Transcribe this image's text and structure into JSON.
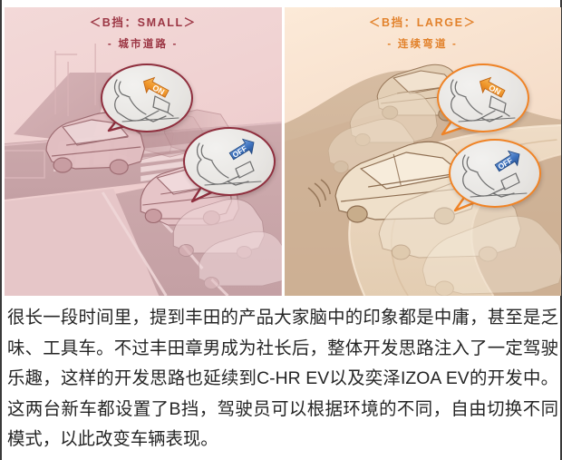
{
  "panels": [
    {
      "id": "small",
      "title_main": "＜B挡：SMALL＞",
      "title_sub": "- 城市道路 -",
      "accent_color": "#9c3644",
      "background_color": "#f0d2d2",
      "scene_name": "city-intersection-with-crosswalks",
      "bubbles": [
        {
          "id": "on",
          "badge_label": "ON",
          "badge_color": "#ef9a2e",
          "border_color": "#8f2f3e",
          "icon": "foot-on-accelerator-pedal"
        },
        {
          "id": "off",
          "badge_label": "OFF",
          "badge_color": "#3f74c0",
          "border_color": "#8f2f3e",
          "icon": "foot-off-accelerator-pedal"
        }
      ]
    },
    {
      "id": "large",
      "title_main": "＜B挡：LARGE＞",
      "title_sub": "- 连续弯道 -",
      "accent_color": "#e2822c",
      "background_color": "#f6e0cb",
      "scene_name": "winding-mountain-road",
      "bubbles": [
        {
          "id": "on",
          "badge_label": "ON",
          "badge_color": "#ef9a2e",
          "border_color": "#ef8326",
          "icon": "foot-on-accelerator-pedal"
        },
        {
          "id": "off",
          "badge_label": "OFF",
          "badge_color": "#3f74c0",
          "border_color": "#ef8326",
          "icon": "foot-off-accelerator-pedal"
        }
      ]
    }
  ],
  "caption": {
    "text": "很长一段时间里，提到丰田的产品大家脑中的印象都是中庸，甚至是乏味、工具车。不过丰田章男成为社长后，整体开发思路注入了一定驾驶乐趣，这样的开发思路也延续到C-HR EV以及奕泽IZOA EV的开发中。这两台新车都设置了B挡，驾驶员可以根据环境的不同，自由切换不同模式，以此改变车辆表现。"
  }
}
